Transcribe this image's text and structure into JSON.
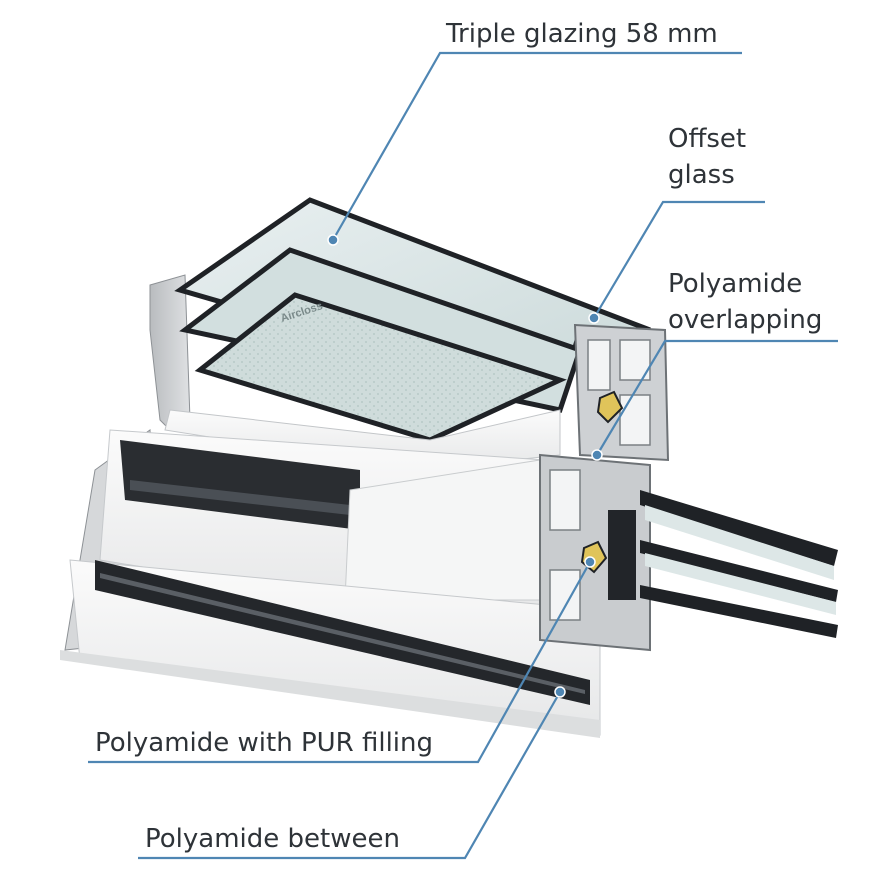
{
  "labels": {
    "triple_glazing": "Triple glazing 58 mm",
    "offset_glass_line1": "Offset",
    "offset_glass_line2": "glass",
    "polyamide_overlapping_line1": "Polyamide",
    "polyamide_overlapping_line2": "overlapping",
    "polyamide_pur": "Polyamide with PUR filling",
    "polyamide_between": "Polyamide between"
  },
  "brand_mark": "Aircloss",
  "colors": {
    "leader_line": "#4f86b3",
    "label_text": "#2e3338",
    "frame_dark": "#1f2226",
    "glass": "#d7e3e4",
    "profile_white": "#f3f4f4",
    "polyamide_insert": "#e0c45a"
  }
}
